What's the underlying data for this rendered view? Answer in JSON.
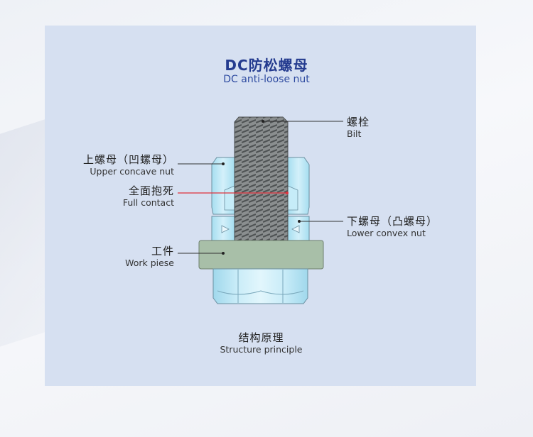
{
  "title": {
    "cn": "DC防松螺母",
    "en": "DC anti-loose nut"
  },
  "labels": {
    "bolt": {
      "cn": "螺栓",
      "en": "Bilt"
    },
    "upper_nut": {
      "cn": "上螺母（凹螺母）",
      "en": "Upper concave nut"
    },
    "full_contact": {
      "cn": "全面抱死",
      "en": "Full contact"
    },
    "lower_nut": {
      "cn": "下螺母（凸螺母）",
      "en": "Lower convex nut"
    },
    "workpiece": {
      "cn": "工件",
      "en": "Work piese"
    }
  },
  "caption": {
    "cn": "结构原理",
    "en": "Structure principle"
  },
  "colors": {
    "panel": "#d6e0f1",
    "title": "#243b8f",
    "bolt": "#7b7f80",
    "nut": "#9fdcf0",
    "workpiece": "#a8bfa8",
    "contact_line": "#e0323c"
  }
}
